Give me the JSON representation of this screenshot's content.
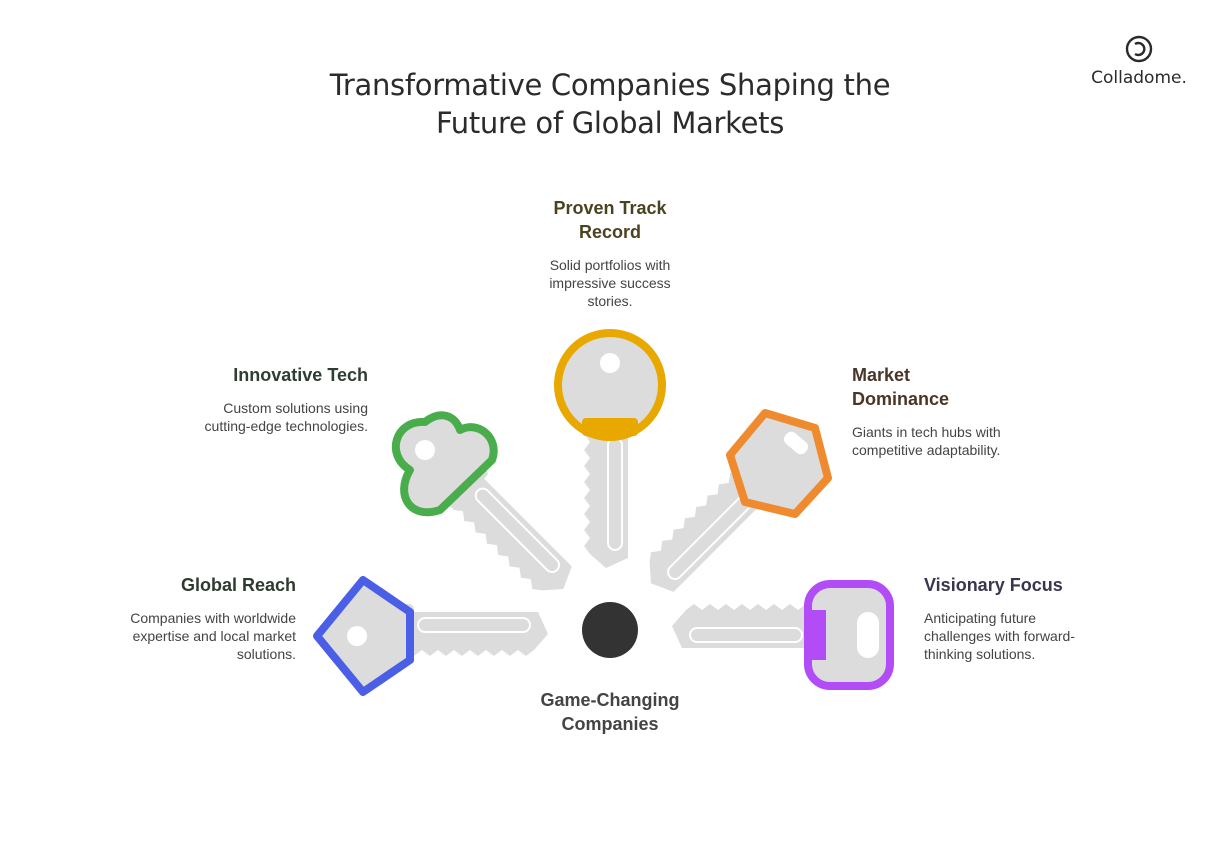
{
  "title": "Transformative Companies Shaping the Future of Global Markets",
  "logo": {
    "name": "Colladome."
  },
  "center": {
    "label": "Game-Changing Companies"
  },
  "keys": [
    {
      "title": "Proven Track Record",
      "desc": "Solid portfolios with impressive success stories.",
      "color": "#E9A800"
    },
    {
      "title": "Innovative Tech",
      "desc": "Custom solutions using cutting-edge technologies.",
      "color": "#49AD4C"
    },
    {
      "title": "Market Dominance",
      "desc": "Giants in tech hubs with competitive adaptability.",
      "color": "#EF8A2E"
    },
    {
      "title": "Global Reach",
      "desc": "Companies with worldwide expertise and local market solutions.",
      "color": "#4A5FE6"
    },
    {
      "title": "Visionary Focus",
      "desc": "Anticipating future challenges with forward-thinking solutions.",
      "color": "#B14CF7"
    }
  ]
}
